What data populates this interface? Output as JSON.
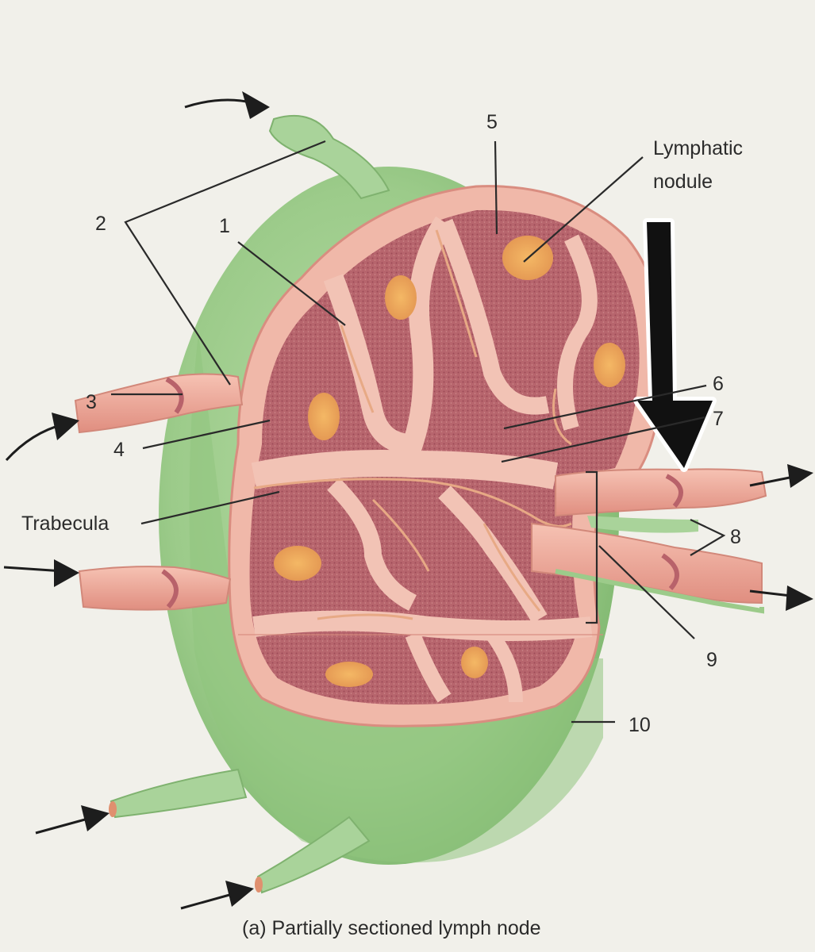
{
  "diagram": {
    "caption": "(a)  Partially sectioned lymph node",
    "labels": {
      "n1": "1",
      "n2": "2",
      "n3": "3",
      "n4": "4",
      "n5": "5",
      "n6": "6",
      "n7": "7",
      "n8": "8",
      "n9": "9",
      "n10": "10",
      "nodule_line1": "Lymphatic",
      "nodule_line2": "nodule",
      "trabecula": "Trabecula"
    }
  },
  "colors": {
    "background": "#f1f0ea",
    "capsule_green": "#9ccb8a",
    "vessel_green": "#a9d39a",
    "cortex_pink": "#efb4a6",
    "medulla_red": "#b9666b",
    "germinal_orange": "#eea85a",
    "trabecula_tan": "#e9b58f",
    "arrow_black": "#111111"
  }
}
